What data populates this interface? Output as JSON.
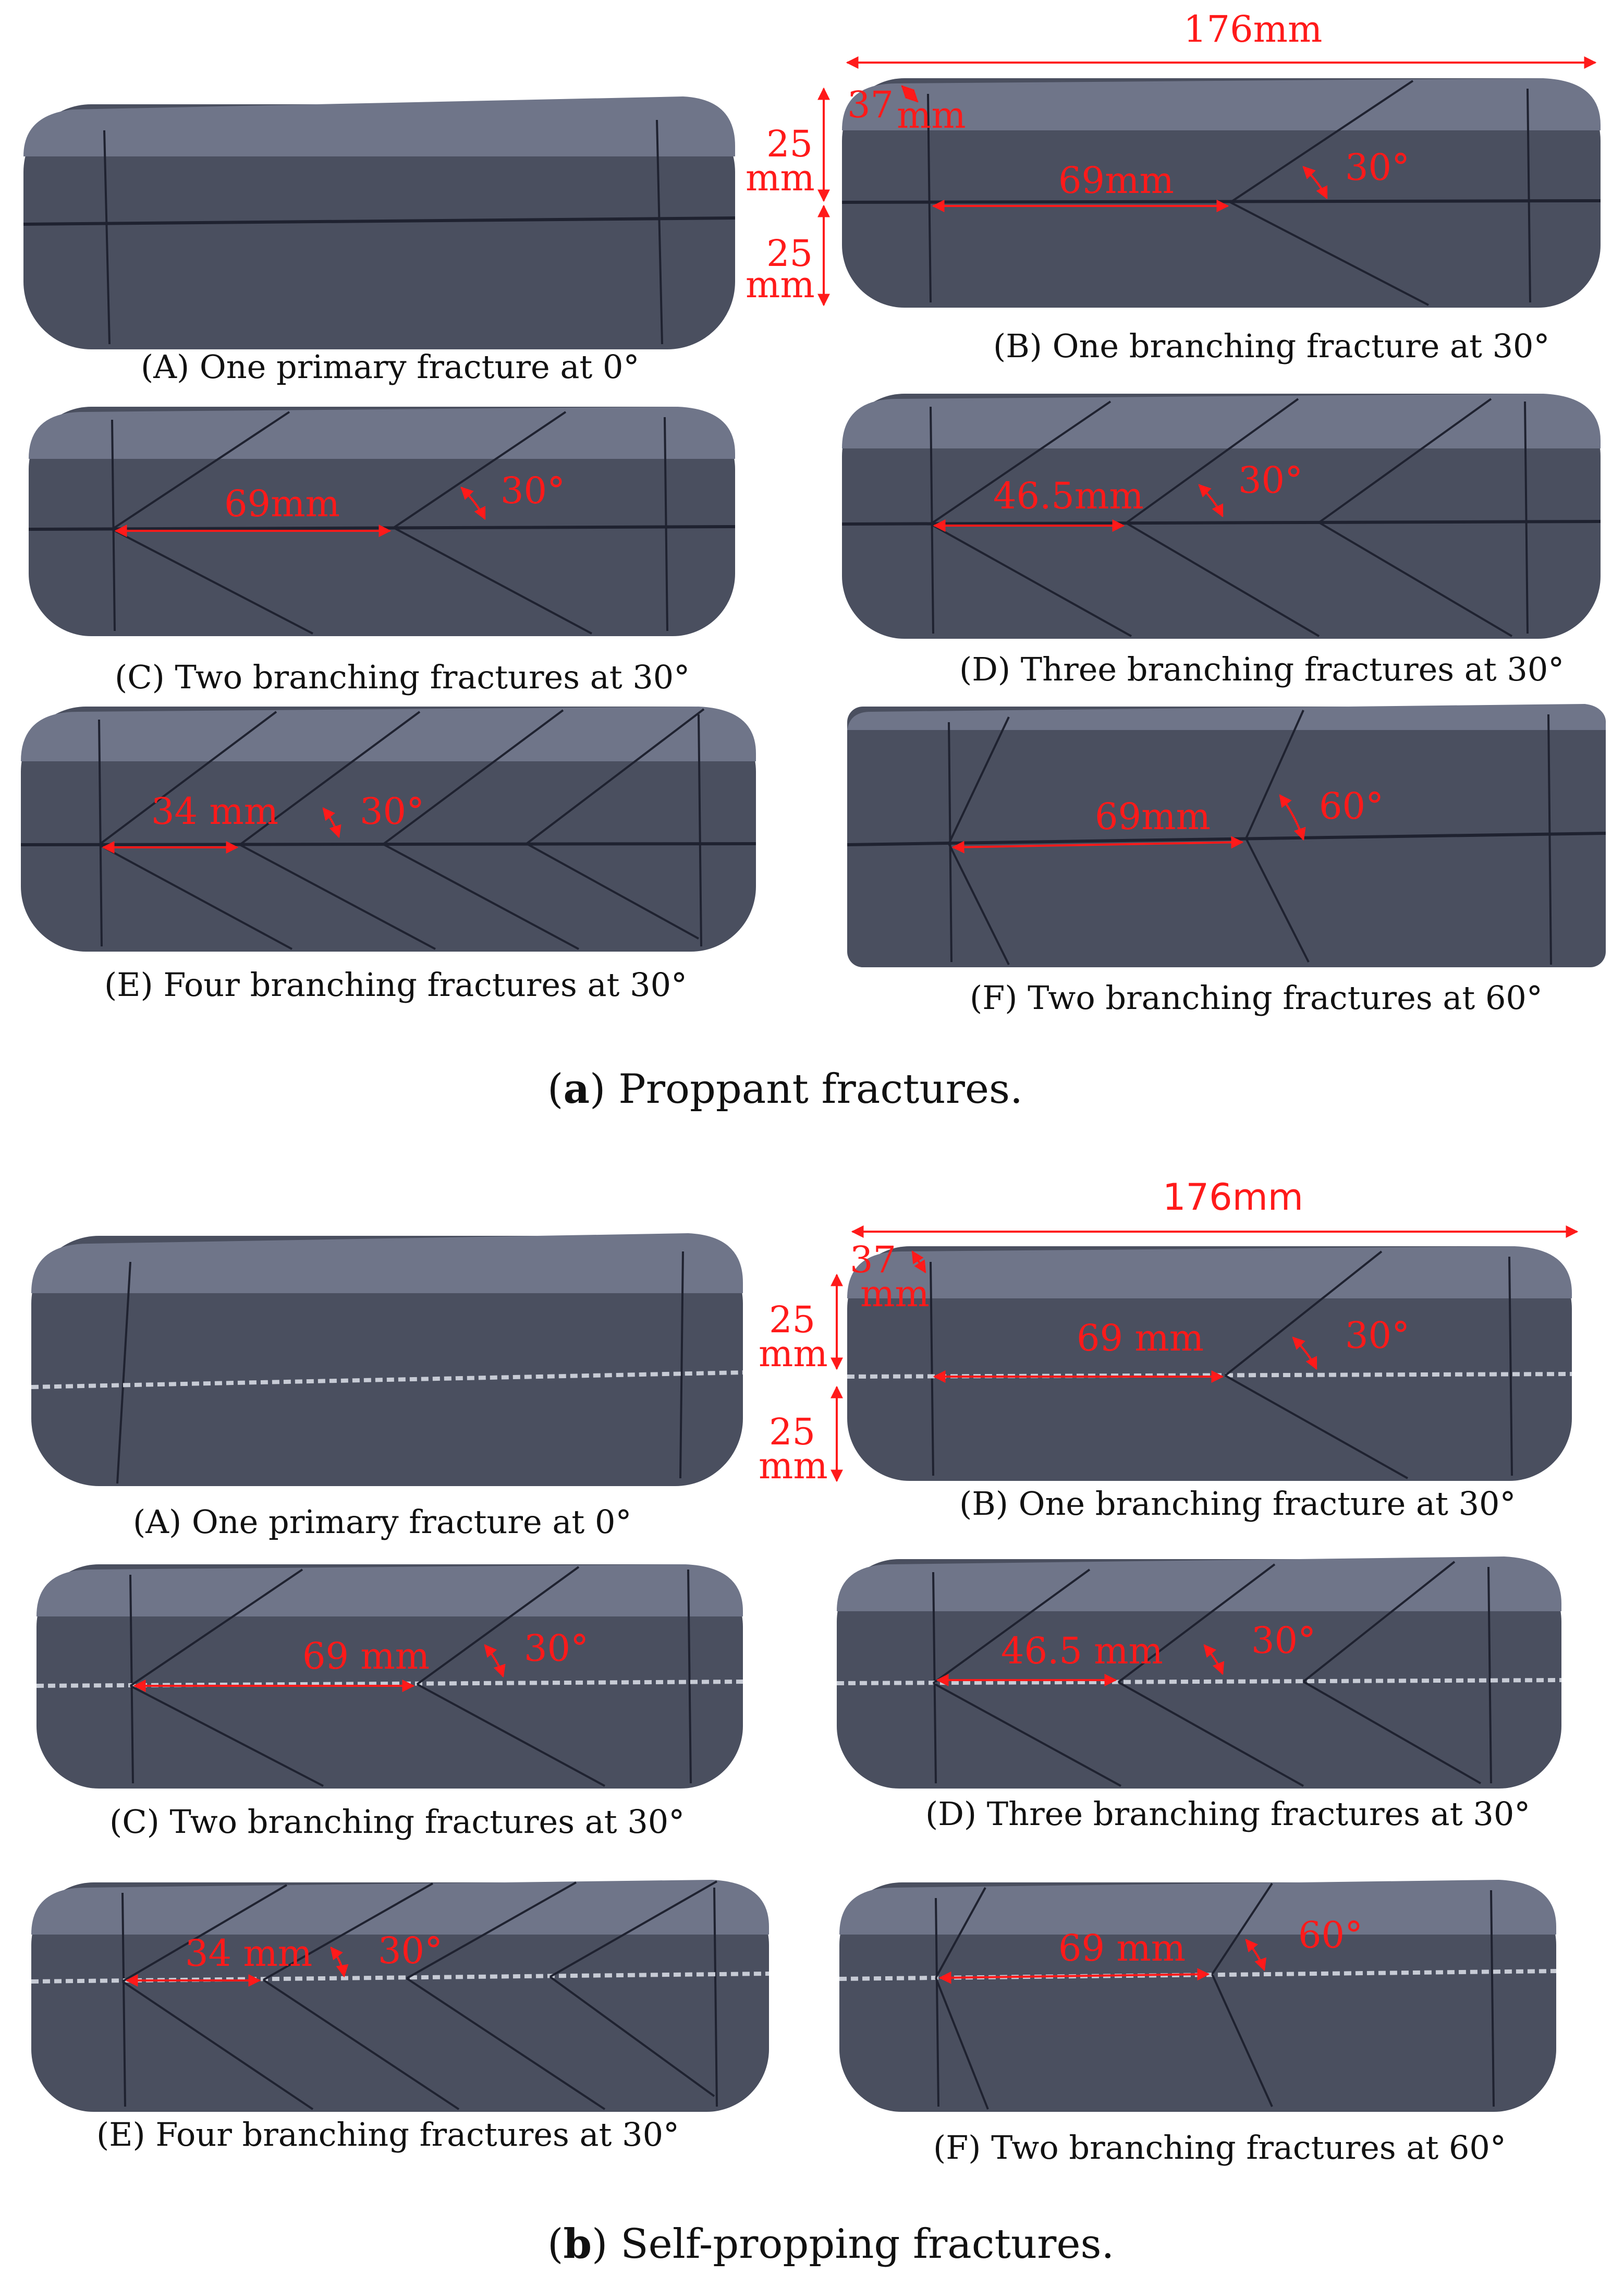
{
  "proppant": {
    "caption_label": "a",
    "caption_text": "Proppant fractures.",
    "panels": {
      "A": {
        "caption": "(A)  One primary fracture at 0°"
      },
      "B": {
        "caption": "(B)  One branching fracture at 30°",
        "len_total": "176mm",
        "len_37": "37",
        "len_37_unit": "mm",
        "h_top": "25",
        "h_top_unit": "mm",
        "h_bot": "25",
        "h_bot_unit": "mm",
        "len_branch": "69mm",
        "angle": "30°"
      },
      "C": {
        "caption": "(C)  Two branching fractures at 30°",
        "len_branch": "69mm",
        "angle": "30°"
      },
      "D": {
        "caption": "(D)  Three branching fractures at 30°",
        "len_branch": "46.5mm",
        "angle": "30°"
      },
      "E": {
        "caption": "(E)  Four branching fractures at 30°",
        "len_branch": "34 mm",
        "angle": "30°"
      },
      "F": {
        "caption": "(F)  Two branching fractures at 60°",
        "len_branch": "69mm",
        "angle": "60°"
      }
    }
  },
  "self_propping": {
    "caption_label": "b",
    "caption_text": "Self-propping fractures.",
    "panels": {
      "A": {
        "caption": "(A)  One primary fracture at 0°"
      },
      "B": {
        "caption": "(B)  One branching fracture at 30°",
        "len_total": "176mm",
        "len_37": "37",
        "len_37_unit": "mm",
        "h_top": "25",
        "h_top_unit": "mm",
        "h_bot": "25",
        "h_bot_unit": "mm",
        "len_branch": "69 mm",
        "angle": "30°"
      },
      "C": {
        "caption": "(C)  Two branching fractures at 30°",
        "len_branch": "69 mm",
        "angle": "30°"
      },
      "D": {
        "caption": "(D)  Three branching fractures at 30°",
        "len_branch": "46.5 mm",
        "angle": "30°"
      },
      "E": {
        "caption": "(E)  Four branching fractures at 30°",
        "len_branch": "34 mm",
        "angle": "30°"
      },
      "F": {
        "caption": "(F)  Two branching fractures at 60°",
        "len_branch": "69 mm",
        "angle": "60°"
      }
    }
  },
  "colors": {
    "block_face": "#4a4f5f",
    "block_top": "#6f7589",
    "block_edge": "#1f2230",
    "annotation": "#ff1a1a",
    "caption": "#111111"
  }
}
